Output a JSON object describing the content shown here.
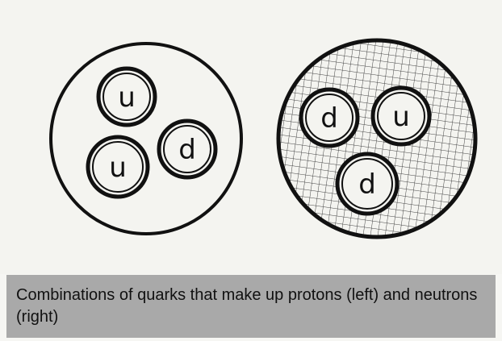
{
  "caption": "Combinations of quarks that make up protons (left) and neutrons (right)",
  "particles": [
    {
      "name": "proton",
      "shaded": false,
      "quarks": [
        "u",
        "u",
        "d"
      ]
    },
    {
      "name": "neutron",
      "shaded": true,
      "quarks": [
        "d",
        "u",
        "d"
      ]
    }
  ],
  "colors": {
    "ink": "#111111",
    "paper": "#f4f4f0",
    "caption_bg": "#a9a9a9"
  }
}
